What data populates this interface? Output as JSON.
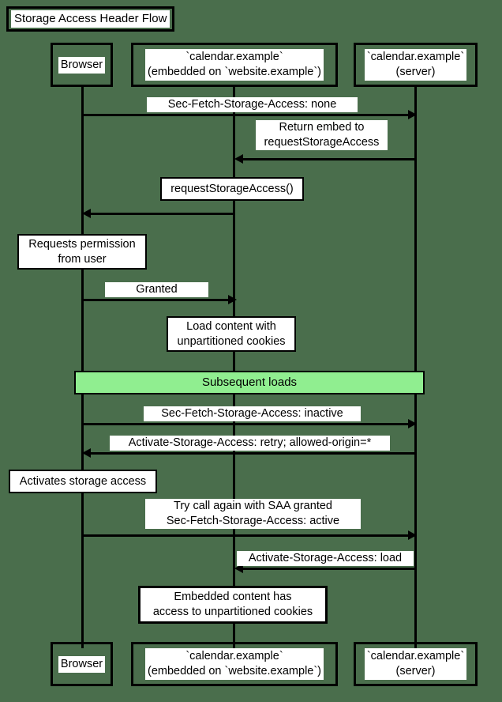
{
  "diagram": {
    "title": "Storage Access Header Flow",
    "background_color": "#4a6e4c",
    "accent_color": "#90ee90",
    "line_color": "#000000"
  },
  "participants": [
    {
      "id": "browser",
      "label": "Browser"
    },
    {
      "id": "embed",
      "label": "`calendar.example`\n(embedded on `website.example`)"
    },
    {
      "id": "server",
      "label": "`calendar.example`\n(server)"
    }
  ],
  "messages": [
    {
      "id": "m1",
      "label": "Sec-Fetch-Storage-Access: none",
      "from": "browser",
      "to": "server",
      "direction": "right"
    },
    {
      "id": "m2",
      "label": "Return embed to\nrequestStorageAccess",
      "from": "server",
      "to": "embed",
      "direction": "left"
    },
    {
      "id": "m3",
      "label": "requestStorageAccess()",
      "from": "embed",
      "to": "browser",
      "direction": "left"
    },
    {
      "id": "m4",
      "label": "Granted",
      "from": "browser",
      "to": "embed",
      "direction": "right"
    },
    {
      "id": "m5",
      "label": "Sec-Fetch-Storage-Access: inactive",
      "from": "browser",
      "to": "server",
      "direction": "right"
    },
    {
      "id": "m6",
      "label": "Activate-Storage-Access: retry; allowed-origin=*",
      "from": "server",
      "to": "browser",
      "direction": "left"
    },
    {
      "id": "m7",
      "label": "Try call again with SAA granted\nSec-Fetch-Storage-Access: active",
      "from": "browser",
      "to": "server",
      "direction": "right"
    },
    {
      "id": "m8",
      "label": "Activate-Storage-Access: load",
      "from": "server",
      "to": "embed",
      "direction": "left"
    }
  ],
  "notes": [
    {
      "id": "n1",
      "label": "requestStorageAccess()",
      "over": "embed"
    },
    {
      "id": "n2",
      "label": "Requests permission\nfrom user",
      "over": "browser"
    },
    {
      "id": "n3",
      "label": "Load content with\nunpartitioned cookies",
      "over": "embed"
    },
    {
      "id": "n4",
      "label": "Activates storage access",
      "over": "browser"
    },
    {
      "id": "n5",
      "label": "Embedded content has\naccess to unpartitioned cookies",
      "over": "embed"
    }
  ],
  "sections": [
    {
      "id": "s1",
      "label": "Subsequent loads",
      "color": "#90ee90"
    }
  ]
}
